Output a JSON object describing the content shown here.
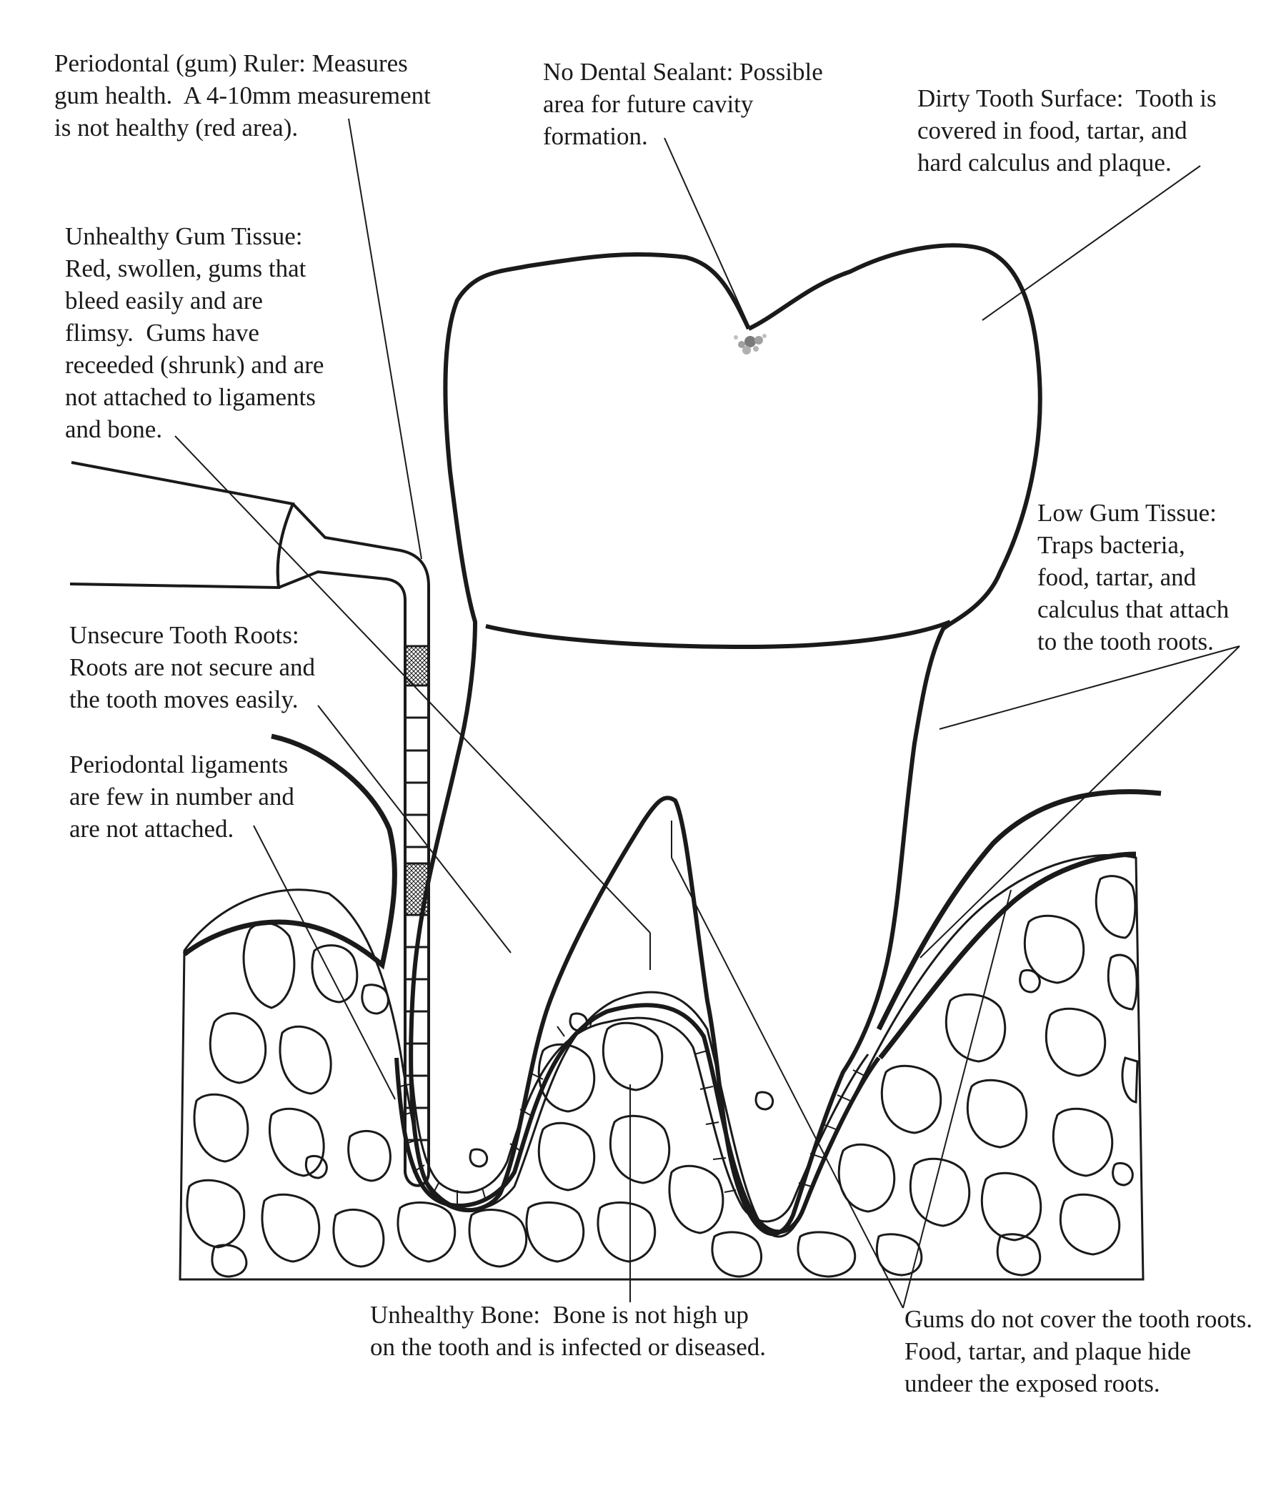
{
  "diagram": {
    "line_color": "#1a1a1a",
    "background": "#ffffff",
    "labels": {
      "periodontal_ruler": "Periodontal (gum) Ruler: Measures\ngum health.  A 4-10mm measurement\nis not healthy (red area).",
      "no_dental_sealant": "No Dental Sealant: Possible\narea for future cavity\nformation.",
      "dirty_tooth_surface": "Dirty Tooth Surface:  Tooth is\ncovered in food, tartar, and\nhard calculus and plaque.",
      "unhealthy_gum_tissue": "Unhealthy Gum Tissue:\nRed, swollen, gums that\nbleed easily and are\nflimsy.  Gums have\nreceeded (shrunk) and are\nnot attached to ligaments\nand bone.",
      "low_gum_tissue": "Low Gum Tissue:\nTraps bacteria,\nfood, tartar, and\ncalculus that attach\nto the tooth roots.",
      "unsecure_tooth_roots": "Unsecure Tooth Roots:\nRoots are not secure and\nthe tooth moves easily.",
      "periodontal_ligaments": "Periodontal ligaments\nare few in number and\nare not attached.",
      "unhealthy_bone": "Unhealthy Bone:  Bone is not high up\non the tooth and is infected or diseased.",
      "gums_roots": "Gums do not cover the tooth roots.\nFood, tartar, and plaque hide\nundeer the exposed roots."
    }
  }
}
